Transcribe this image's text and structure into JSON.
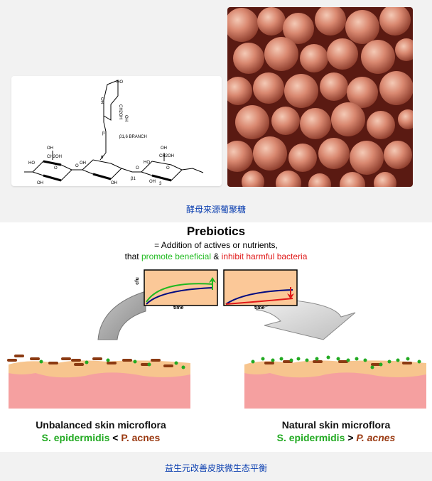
{
  "top_caption": "酵母来源葡聚糖",
  "bottom_caption": "益生元改善皮肤微生态平衡",
  "structure": {
    "labels": [
      "HO",
      "CH2OH",
      "OH",
      "OH",
      "β1,6 BRANCH",
      "β",
      "OH",
      "CH2OH",
      "HO",
      "O",
      "O",
      "OH",
      "OH",
      "6",
      "β1",
      "3",
      "O",
      "OH",
      "CH2OH",
      "HO",
      "O",
      "OH",
      "OH"
    ]
  },
  "prebiotics": {
    "title": "Prebiotics",
    "definition": "= Addition of actives or nutrients,",
    "line_prefix": "that ",
    "promote": "promote beneficial",
    "amp": " & ",
    "inhibit": "inhibit harmful bacteria"
  },
  "mini_charts": [
    {
      "ylabel": "cfu",
      "xlabel": "time"
    },
    {
      "ylabel": "",
      "xlabel": "time"
    }
  ],
  "left_skin": {
    "title": "Unbalanced skin microflora",
    "species_a": "S. epidermidis",
    "relation": " < ",
    "species_b": "P. acnes"
  },
  "right_skin": {
    "title": "Natural skin microflora",
    "species_a": "S. epidermidis",
    "relation": " > ",
    "species_b": "P. acnes"
  },
  "colors": {
    "beneficial": "#22bb22",
    "harmful": "#e01818",
    "chart_bg": "#fbc898",
    "skin_top": "#f7c58e",
    "skin_body": "#f5a0a0",
    "caption": "#0b3fb0"
  }
}
